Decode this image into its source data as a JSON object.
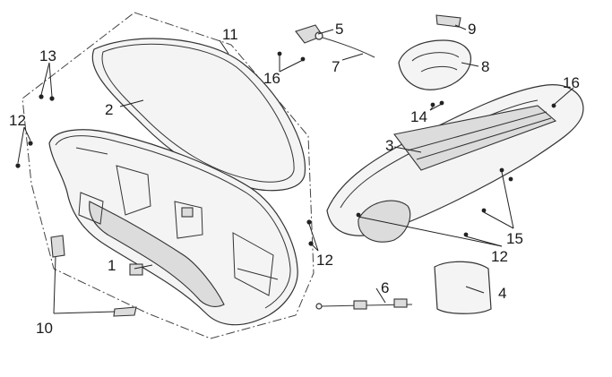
{
  "labels": {
    "l1": "1",
    "l2": "2",
    "l3": "3",
    "l4": "4",
    "l5": "5",
    "l6": "6",
    "l7": "7",
    "l8": "8",
    "l9": "9",
    "l10": "10",
    "l11": "11",
    "l12a": "12",
    "l12b": "12",
    "l12c": "12",
    "l13": "13",
    "l14": "14",
    "l15": "15",
    "l16a": "16",
    "l16b": "16"
  },
  "colors": {
    "line": "#333333",
    "fill": "#f4f4f4"
  }
}
